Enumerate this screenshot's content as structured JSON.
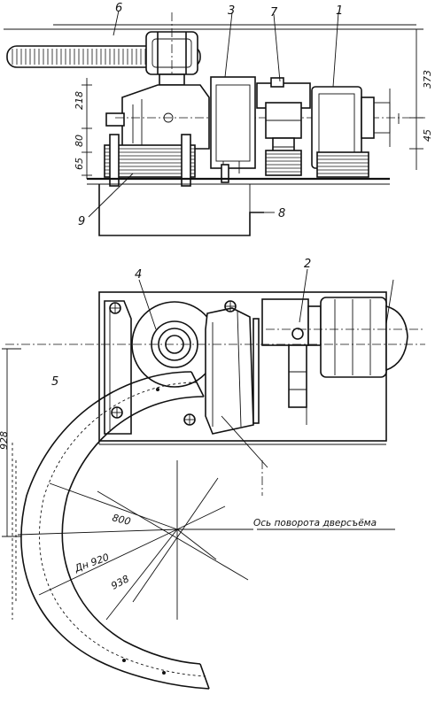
{
  "callouts": [
    "1",
    "2",
    "3",
    "4",
    "5",
    "6",
    "7",
    "8",
    "9"
  ],
  "dimensions": {
    "d373": "373",
    "d45": "45",
    "d218": "218",
    "d80": "80",
    "d65": "65",
    "d928": "928",
    "d800": "800",
    "d920": "Дн 920",
    "d938": "938"
  },
  "axis_label": "Ось поворота дверсъёма"
}
